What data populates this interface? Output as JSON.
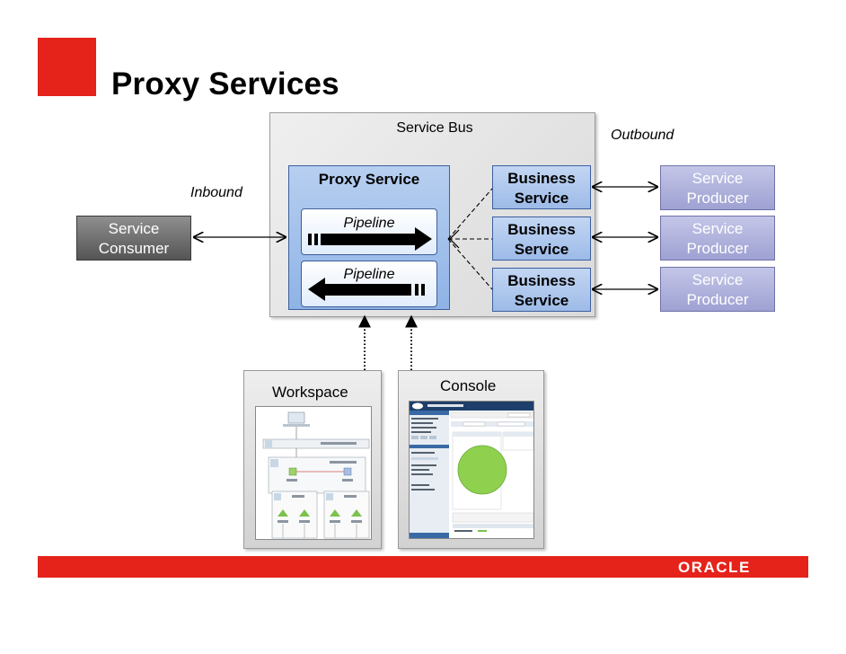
{
  "slide": {
    "title": "Proxy Services",
    "brand": "ORACLE"
  },
  "bus": {
    "label": "Service Bus"
  },
  "proxy": {
    "label": "Proxy Service"
  },
  "pipelines": [
    {
      "label": "Pipeline"
    },
    {
      "label": "Pipeline"
    }
  ],
  "business_services": [
    {
      "line1": "Business",
      "line2": "Service"
    },
    {
      "line1": "Business",
      "line2": "Service"
    },
    {
      "line1": "Business",
      "line2": "Service"
    }
  ],
  "producers": [
    {
      "line1": "Service",
      "line2": "Producer"
    },
    {
      "line1": "Service",
      "line2": "Producer"
    },
    {
      "line1": "Service",
      "line2": "Producer"
    }
  ],
  "consumer": {
    "line1": "Service",
    "line2": "Consumer"
  },
  "labels": {
    "inbound": "Inbound",
    "outbound": "Outbound"
  },
  "tools": {
    "workspace": "Workspace",
    "console": "Console"
  },
  "colors": {
    "brand_red": "#e5231b",
    "console_chart_green": "#8fd14f"
  }
}
